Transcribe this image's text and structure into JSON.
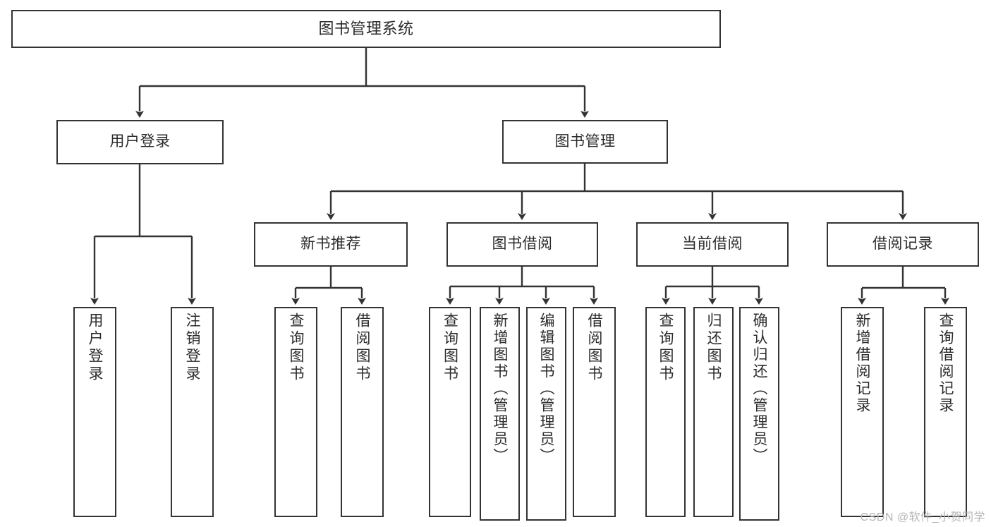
{
  "diagram": {
    "title": "图书管理系统",
    "type": "tree",
    "colors": {
      "box_border": "#333333",
      "box_fill": "#ffffff",
      "text": "#2b2b2b",
      "edge": "#333333",
      "watermark": "#b5b5b5",
      "background": "#ffffff"
    },
    "root": {
      "label": "图书管理系统"
    },
    "level1": [
      {
        "label": "用户登录"
      },
      {
        "label": "图书管理"
      }
    ],
    "level2": [
      {
        "label": "新书推荐"
      },
      {
        "label": "图书借阅"
      },
      {
        "label": "当前借阅"
      },
      {
        "label": "借阅记录"
      }
    ],
    "leaves": {
      "user_login": [
        {
          "label": "用户登录"
        },
        {
          "label": "注销登录"
        }
      ],
      "new_book_recommend": [
        {
          "label": "查询图书"
        },
        {
          "label": "借阅图书"
        }
      ],
      "book_borrow": [
        {
          "label": "查询图书"
        },
        {
          "label": "新增图书（管理员）"
        },
        {
          "label": "编辑图书（管理员）"
        },
        {
          "label": "借阅图书"
        }
      ],
      "current_borrow": [
        {
          "label": "查询图书"
        },
        {
          "label": "归还图书"
        },
        {
          "label": "确认归还（管理员）"
        }
      ],
      "borrow_records": [
        {
          "label": "新增借阅记录"
        },
        {
          "label": "查询借阅记录"
        }
      ]
    }
  },
  "watermark": {
    "text": "CSDN @软件_小贺同学"
  }
}
